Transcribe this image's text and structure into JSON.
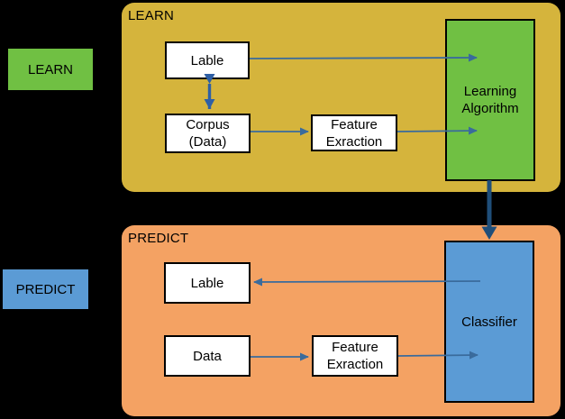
{
  "legend": {
    "learn_tag": "LEARN",
    "predict_tag": "PREDICT"
  },
  "learn": {
    "title": "LEARN",
    "label_box": "Lable",
    "corpus_box": "Corpus (Data)",
    "feature_box": "Feature Exraction",
    "algorithm_box": "Learning Algorithm"
  },
  "predict": {
    "title": "PREDICT",
    "label_box": "Lable",
    "data_box": "Data",
    "feature_box": "Feature Exraction",
    "classifier_box": "Classifier"
  },
  "connections": [
    {
      "from": "learn.label_box",
      "to": "learn.corpus_box",
      "style": "double-headed-arrow"
    },
    {
      "from": "learn.label_box",
      "to": "learn.algorithm_box",
      "style": "arrow"
    },
    {
      "from": "learn.corpus_box",
      "to": "learn.feature_box",
      "style": "arrow"
    },
    {
      "from": "learn.feature_box",
      "to": "learn.algorithm_box",
      "style": "arrow"
    },
    {
      "from": "learn.algorithm_box",
      "to": "predict.classifier_box",
      "style": "thick-arrow"
    },
    {
      "from": "predict.classifier_box",
      "to": "predict.label_box",
      "style": "arrow"
    },
    {
      "from": "predict.data_box",
      "to": "predict.feature_box",
      "style": "arrow"
    },
    {
      "from": "predict.feature_box",
      "to": "predict.classifier_box",
      "style": "arrow"
    }
  ],
  "colors": {
    "background": "#000000",
    "learn_container": "#D5B43C",
    "predict_container": "#F4A263",
    "green_box": "#70C043",
    "blue_box": "#5B9BD5",
    "node_fill": "#FFFFFF",
    "node_border": "#000000",
    "thin_arrow": "#3A6B9C",
    "double_arrow": "#2E5FA5",
    "thick_arrow": "#1F4E79"
  }
}
